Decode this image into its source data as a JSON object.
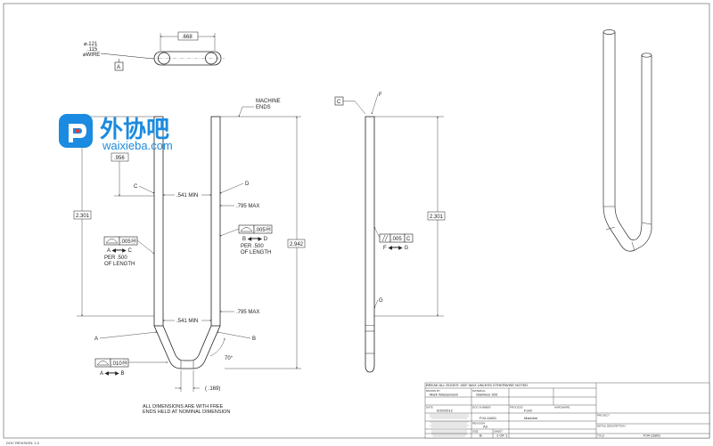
{
  "views": {
    "end_view": {
      "wire_dia_upper": "⌀.121",
      "wire_dia_lower": ".115",
      "wire_label": "⌀WIRE",
      "datum": "A",
      "width": ".668"
    },
    "front_view": {
      "dim_956": ".956",
      "label_C": "C",
      "label_D": "D",
      "min_top": ".541 MIN",
      "max_top": ".795 MAX",
      "dim_2301": "2.301",
      "prof_left": ".005",
      "prof_left_mod": "Ⓜ",
      "prof_left_arrow": "A ◀━━▶ C",
      "per_left": "PER .500",
      "of_length_left": "OF LENGTH",
      "prof_right": ".005",
      "prof_right_mod": "Ⓜ",
      "prof_right_arrow": "B ◀━━▶ D",
      "per_right": "PER .500",
      "of_length_right": "OF LENGTH",
      "machine_1": "MACHINE",
      "machine_2": "ENDS",
      "dim_2942": "2.942",
      "min_bottom": ".541 MIN",
      "max_bottom": ".795 MAX",
      "label_A": "A",
      "label_B": "B",
      "angle": "70°",
      "prof_bottom": ".010",
      "prof_bottom_mod": "Ⓜ",
      "prof_bottom_arrow": "A ◀━━▶ B",
      "dim_169": "( .169)",
      "free_note_1": "ALL DIMENSIONS ARE WITH FREE",
      "free_note_2": "ENDS HELD AT NOMINAL DIMENSION"
    },
    "side_view": {
      "datum": "C",
      "label_F": "F",
      "label_G": "G",
      "dim_2301": "2.301",
      "parallel_tol": ".005",
      "parallel_datum": "C",
      "fg_arrow": "F ◀━━▶ G"
    }
  },
  "title_block": {
    "header": "BREAK ALL EDGES .005\" MAX UNLESS OTHERWISE NOTED",
    "drawn_label": "DRAWN BY",
    "drawn_value": "Mark Wassemann",
    "material_label": "MATERIAL",
    "material_value": "Stainless 303",
    "date_label": "DATE",
    "date_value": "9/20/2012",
    "doc_number_label": "DOC NUMBER",
    "doc_number_value": "PJ4-11801",
    "process_label": "PROCESS",
    "process_form": "Form",
    "process_machine": "Machine",
    "revision_label": "REVISION",
    "revision_value": "A3",
    "size_label": "SIZE",
    "size_value": "B",
    "sheet_label": "SHEET",
    "sheet_value": "1 OF 1",
    "title_label": "TITLE",
    "title_value": "PJ4-11801",
    "project_label": "PROJECT",
    "detail_label": "DETAIL DESCRIPTION",
    "hardware_label": "HARDWARE"
  },
  "watermark": {
    "brand": "外协吧",
    "url": "waixieba.com"
  },
  "doc_revision": "DOC REVISION: 1.0"
}
